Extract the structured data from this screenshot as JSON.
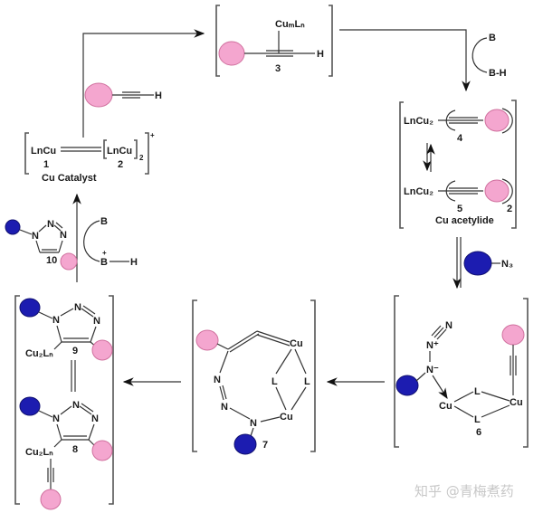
{
  "colors": {
    "alkyne_group": "#f4a6cf",
    "alkyne_stroke": "#d0709e",
    "azide_group": "#1c1cb0",
    "line": "#333333"
  },
  "catalyst": {
    "c1": "LnCu",
    "n1": "1",
    "c2": "LnCu",
    "n2": "2",
    "sub": "2",
    "charge": "+",
    "caption": "Cu Catalyst"
  },
  "alkyne": {
    "h": "H"
  },
  "s3": {
    "cu": "CuₘLₙ",
    "h": "H",
    "num": "3"
  },
  "base_top": {
    "b": "B",
    "bh": "B-H"
  },
  "s45": {
    "l4": "LnCu₂",
    "n4": "4",
    "l5": "LnCu₂",
    "n5": "5",
    "sub": "2",
    "caption": "Cu acetylide"
  },
  "azide": {
    "n3": "N₃"
  },
  "s6": {
    "nn": "N",
    "np": "N⁺",
    "nm": "N⁻",
    "cu1": "Cu",
    "cu2": "Cu",
    "l1": "L",
    "l2": "L",
    "num": "6"
  },
  "s7": {
    "cu1": "Cu",
    "cu2": "Cu",
    "l1": "L",
    "l2": "L",
    "n1": "N",
    "n2": "N",
    "n3": "N",
    "num": "7"
  },
  "s89": {
    "n9a": "N",
    "n9b": "N",
    "n9c": "N",
    "cu9": "Cu₂Lₙ",
    "num9": "9",
    "n8a": "N",
    "n8b": "N",
    "n8c": "N",
    "cu8": "Cu₂Lₙ",
    "num8": "8"
  },
  "s10": {
    "na": "N",
    "nb": "N",
    "nc": "N",
    "num": "10"
  },
  "base_left": {
    "b": "B",
    "bh": "B",
    "plus": "+",
    "h": "H"
  },
  "watermark": "知乎 @青梅煮药"
}
